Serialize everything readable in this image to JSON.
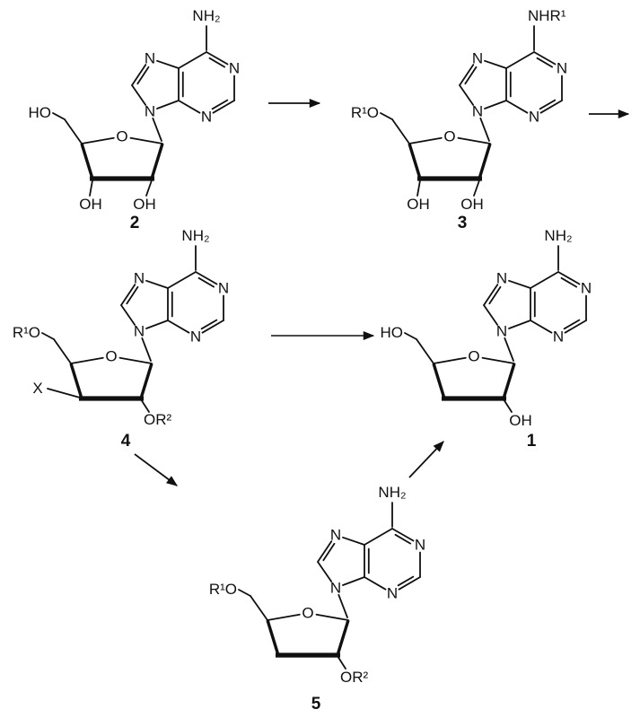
{
  "figure": {
    "kind": "chemical-reaction-scheme"
  },
  "atoms": {
    "N": "N",
    "O": "O"
  },
  "structures": {
    "s2": {
      "number": "2",
      "amine": "NH₂",
      "c5": "HO",
      "c3": "OH",
      "c2": "OH"
    },
    "s3": {
      "number": "3",
      "amine": "NHR¹",
      "c5": "R¹O",
      "c3": "OH",
      "c2": "OH"
    },
    "s4": {
      "number": "4",
      "amine": "NH₂",
      "c5": "R¹O",
      "c3": "X",
      "c2": "OR²"
    },
    "s1": {
      "number": "1",
      "amine": "NH₂",
      "c5": "HO",
      "c2": "OH"
    },
    "s5": {
      "number": "5",
      "amine": "NH₂",
      "c5": "R¹O",
      "c2": "OR²"
    }
  },
  "arrows": [
    {
      "from": "2",
      "to": "3"
    },
    {
      "from": "3",
      "to": "4"
    },
    {
      "from": "4",
      "to": "1"
    },
    {
      "from": "4",
      "to": "5"
    },
    {
      "from": "5",
      "to": "1"
    }
  ]
}
